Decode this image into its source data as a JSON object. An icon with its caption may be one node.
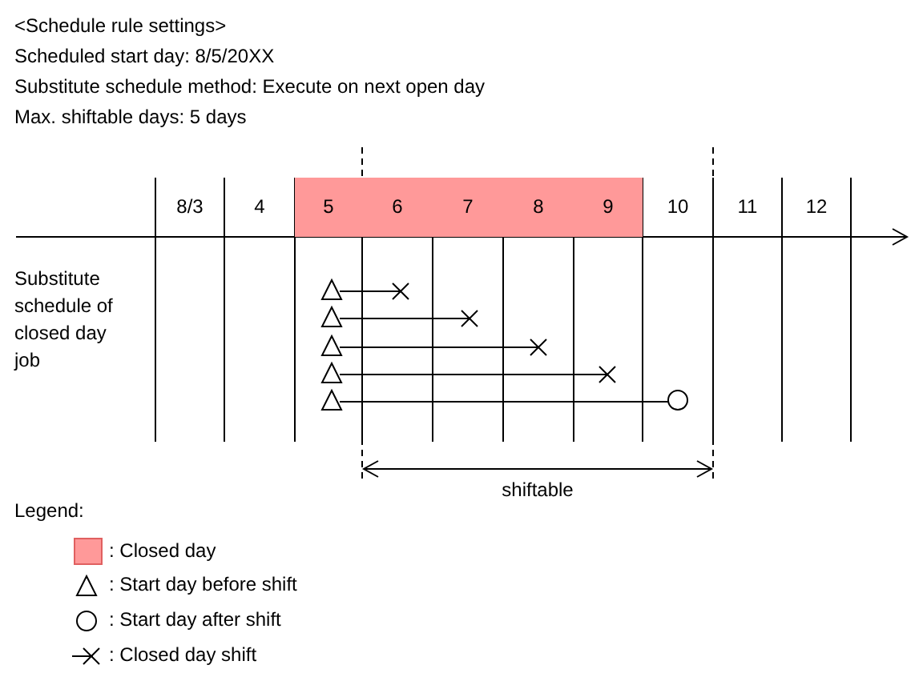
{
  "diagram": {
    "nodes": [
      {
        "text": [],
        "shape": "triangle"
      },
      {
        "text": [],
        "shape": "triangle"
      },
      {
        "text": [],
        "shape": "triangle"
      },
      {
        "text": [],
        "shape": "triangle"
      },
      {
        "text": [],
        "shape": "triangle"
      },
      {
        "text": [],
        "shape": "circle"
      }
    ],
    "edges": [
      {
        "from": 0,
        "to": null,
        "arrow": "other"
      },
      {
        "from": 1,
        "to": null,
        "arrow": "other"
      },
      {
        "from": 2,
        "to": null,
        "arrow": "other"
      },
      {
        "from": 3,
        "to": null,
        "arrow": "other"
      },
      {
        "from": 4,
        "to": 5,
        "arrow": "none"
      }
    ],
    "labels": [
      "<Schedule rule settings>",
      "Scheduled start day: 8/5/20XX",
      "Substitute schedule method: Execute on next open day",
      "Max. shiftable days: 5 days",
      "8/3",
      "4",
      "5",
      "6",
      "7",
      "8",
      "9",
      "10",
      "11",
      "12",
      "Substitute schedule of closed day job",
      "shiftable",
      "Legend:"
    ],
    "legend": [
      {
        "text": ": Closed day",
        "color": "#ff9999"
      },
      {
        "text": ": Start day before shift"
      },
      {
        "text": ": Start day after shift"
      },
      {
        "text": ": Closed day shift"
      }
    ]
  }
}
